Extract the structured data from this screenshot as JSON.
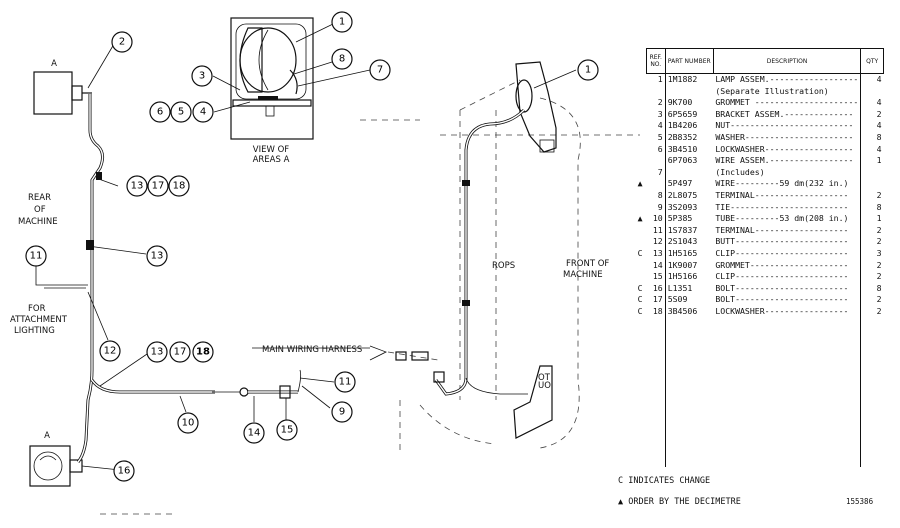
{
  "labels": {
    "area_a_top": "A",
    "area_a_bottom": "A",
    "view_of": "VIEW OF",
    "areas_a": "AREAS A",
    "rear_1": "REAR",
    "rear_2": "OF",
    "rear_3": "MACHINE",
    "attach_1": "FOR",
    "attach_2": "ATTACHMENT",
    "attach_3": "LIGHTING",
    "main_harness": "MAIN WIRING HARNESS",
    "rops": "ROPS",
    "front_1": "FRONT OF",
    "front_2": "MACHINE"
  },
  "callouts": {
    "c1_view": "1",
    "c8": "8",
    "c7": "7",
    "c3": "3",
    "c6": "6",
    "c5": "5",
    "c4": "4",
    "c2": "2",
    "c13a": "13",
    "c17a": "17",
    "c18a": "18",
    "c11a": "11",
    "c13b": "13",
    "c12": "12",
    "c13c": "13",
    "c17b": "17",
    "c18b": "18",
    "c10": "10",
    "c14": "14",
    "c15": "15",
    "c11b": "11",
    "c9": "9",
    "c16": "16",
    "c1_front": "1"
  },
  "table": {
    "headers": {
      "ref": "REF. NO.",
      "part": "PART NUMBER",
      "desc": "DESCRIPTION",
      "qty": "QTY"
    },
    "rows": [
      {
        "mark": "",
        "ref": "1",
        "part": "1M1882",
        "desc": "LAMP ASSEM.------------------",
        "qty": "4"
      },
      {
        "mark": "",
        "ref": "",
        "part": "",
        "desc": "(Separate Illustration)",
        "qty": ""
      },
      {
        "mark": "",
        "ref": "2",
        "part": "9K700",
        "desc": "GROMMET ---------------------",
        "qty": "4"
      },
      {
        "mark": "",
        "ref": "3",
        "part": "6P5659",
        "desc": "BRACKET ASSEM.--------------",
        "qty": "2"
      },
      {
        "mark": "",
        "ref": "4",
        "part": "1B4206",
        "desc": "NUT-------------------------",
        "qty": "4"
      },
      {
        "mark": "",
        "ref": "5",
        "part": "2B8352",
        "desc": "WASHER----------------------",
        "qty": "8"
      },
      {
        "mark": "",
        "ref": "6",
        "part": "3B4510",
        "desc": "LOCKWASHER------------------",
        "qty": "4"
      },
      {
        "mark": "",
        "ref": "",
        "part": "6P7063",
        "desc": "WIRE ASSEM.-----------------",
        "qty": "1"
      },
      {
        "mark": "",
        "ref": "7",
        "part": "",
        "desc": "(Includes)",
        "qty": ""
      },
      {
        "mark": "▲",
        "ref": "",
        "part": "5P497",
        "desc": "WIRE---------59 dm(232 in.)",
        "qty": ""
      },
      {
        "mark": "",
        "ref": "8",
        "part": "2L8075",
        "desc": "TERMINAL-------------------",
        "qty": "2"
      },
      {
        "mark": "",
        "ref": "9",
        "part": "3S2093",
        "desc": "TIE------------------------",
        "qty": "8"
      },
      {
        "mark": "▲",
        "ref": "10",
        "part": "5P385",
        "desc": "TUBE---------53 dm(208 in.)",
        "qty": "1"
      },
      {
        "mark": "",
        "ref": "11",
        "part": "1S7837",
        "desc": "TERMINAL-------------------",
        "qty": "2"
      },
      {
        "mark": "",
        "ref": "12",
        "part": "2S1043",
        "desc": "BUTT-----------------------",
        "qty": "2"
      },
      {
        "mark": "C",
        "ref": "13",
        "part": "1H5165",
        "desc": "CLIP-----------------------",
        "qty": "3"
      },
      {
        "mark": "",
        "ref": "14",
        "part": "1K9007",
        "desc": "GROMMET--------------------",
        "qty": "2"
      },
      {
        "mark": "",
        "ref": "15",
        "part": "1H5166",
        "desc": "CLIP-----------------------",
        "qty": "2"
      },
      {
        "mark": "C",
        "ref": "16",
        "part": "L1351",
        "desc": "BOLT-----------------------",
        "qty": "8"
      },
      {
        "mark": "C",
        "ref": "17",
        "part": "5S09",
        "desc": "BOLT-----------------------",
        "qty": "2"
      },
      {
        "mark": "C",
        "ref": "18",
        "part": "3B4506",
        "desc": "LOCKWASHER-----------------",
        "qty": "2"
      }
    ]
  },
  "footnotes": {
    "change": "C INDICATES CHANGE",
    "order": "▲ ORDER BY THE DECIMETRE",
    "fig_no": "155386"
  }
}
